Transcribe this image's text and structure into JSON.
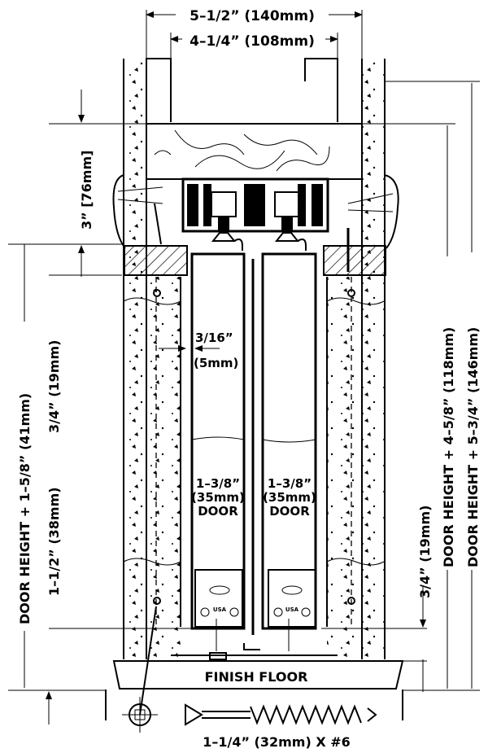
{
  "dimensions": {
    "overall_width": "5–1/2” (140mm)",
    "inner_width": "4–1/4” (108mm)",
    "header_height": "3” [76mm]",
    "door_gap": "3/16”",
    "door_gap_mm": "(5mm)",
    "door_height_left": "DOOR HEIGHT + 1–5/8” (41mm)",
    "bottom_left": "1–1/2” (38mm)",
    "top_left": "3/4” (19mm)",
    "bottom_right": "3/4” (19mm)",
    "door_height_right_1": "DOOR HEIGHT + 4–5/8” (118mm)",
    "door_height_right_2": "DOOR HEIGHT + 5–3/4” (146mm)"
  },
  "doors": [
    {
      "thickness": "1–3/8”",
      "thickness_mm": "(35mm)",
      "label": "DOOR"
    },
    {
      "thickness": "1–3/8”",
      "thickness_mm": "(35mm)",
      "label": "DOOR"
    }
  ],
  "floor_label": "FINISH FLOOR",
  "screw_label": "1–1/4” (32mm) X #6",
  "bracket_mark": "USA"
}
